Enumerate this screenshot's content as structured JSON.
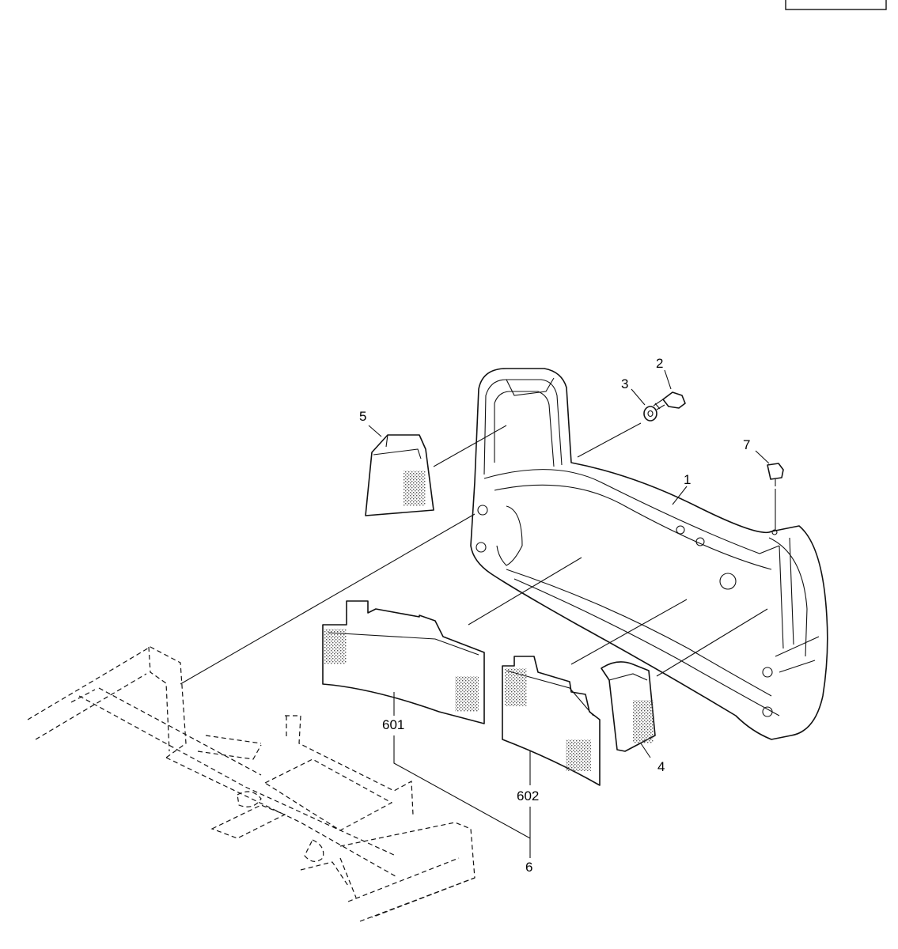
{
  "callouts": {
    "c1": "1",
    "c2": "2",
    "c3": "3",
    "c4": "4",
    "c5": "5",
    "c6": "6",
    "c7": "7",
    "c601": "601",
    "c602": "602"
  },
  "colors": {
    "line": "#111111",
    "background": "#ffffff",
    "stipple": "#555555"
  }
}
